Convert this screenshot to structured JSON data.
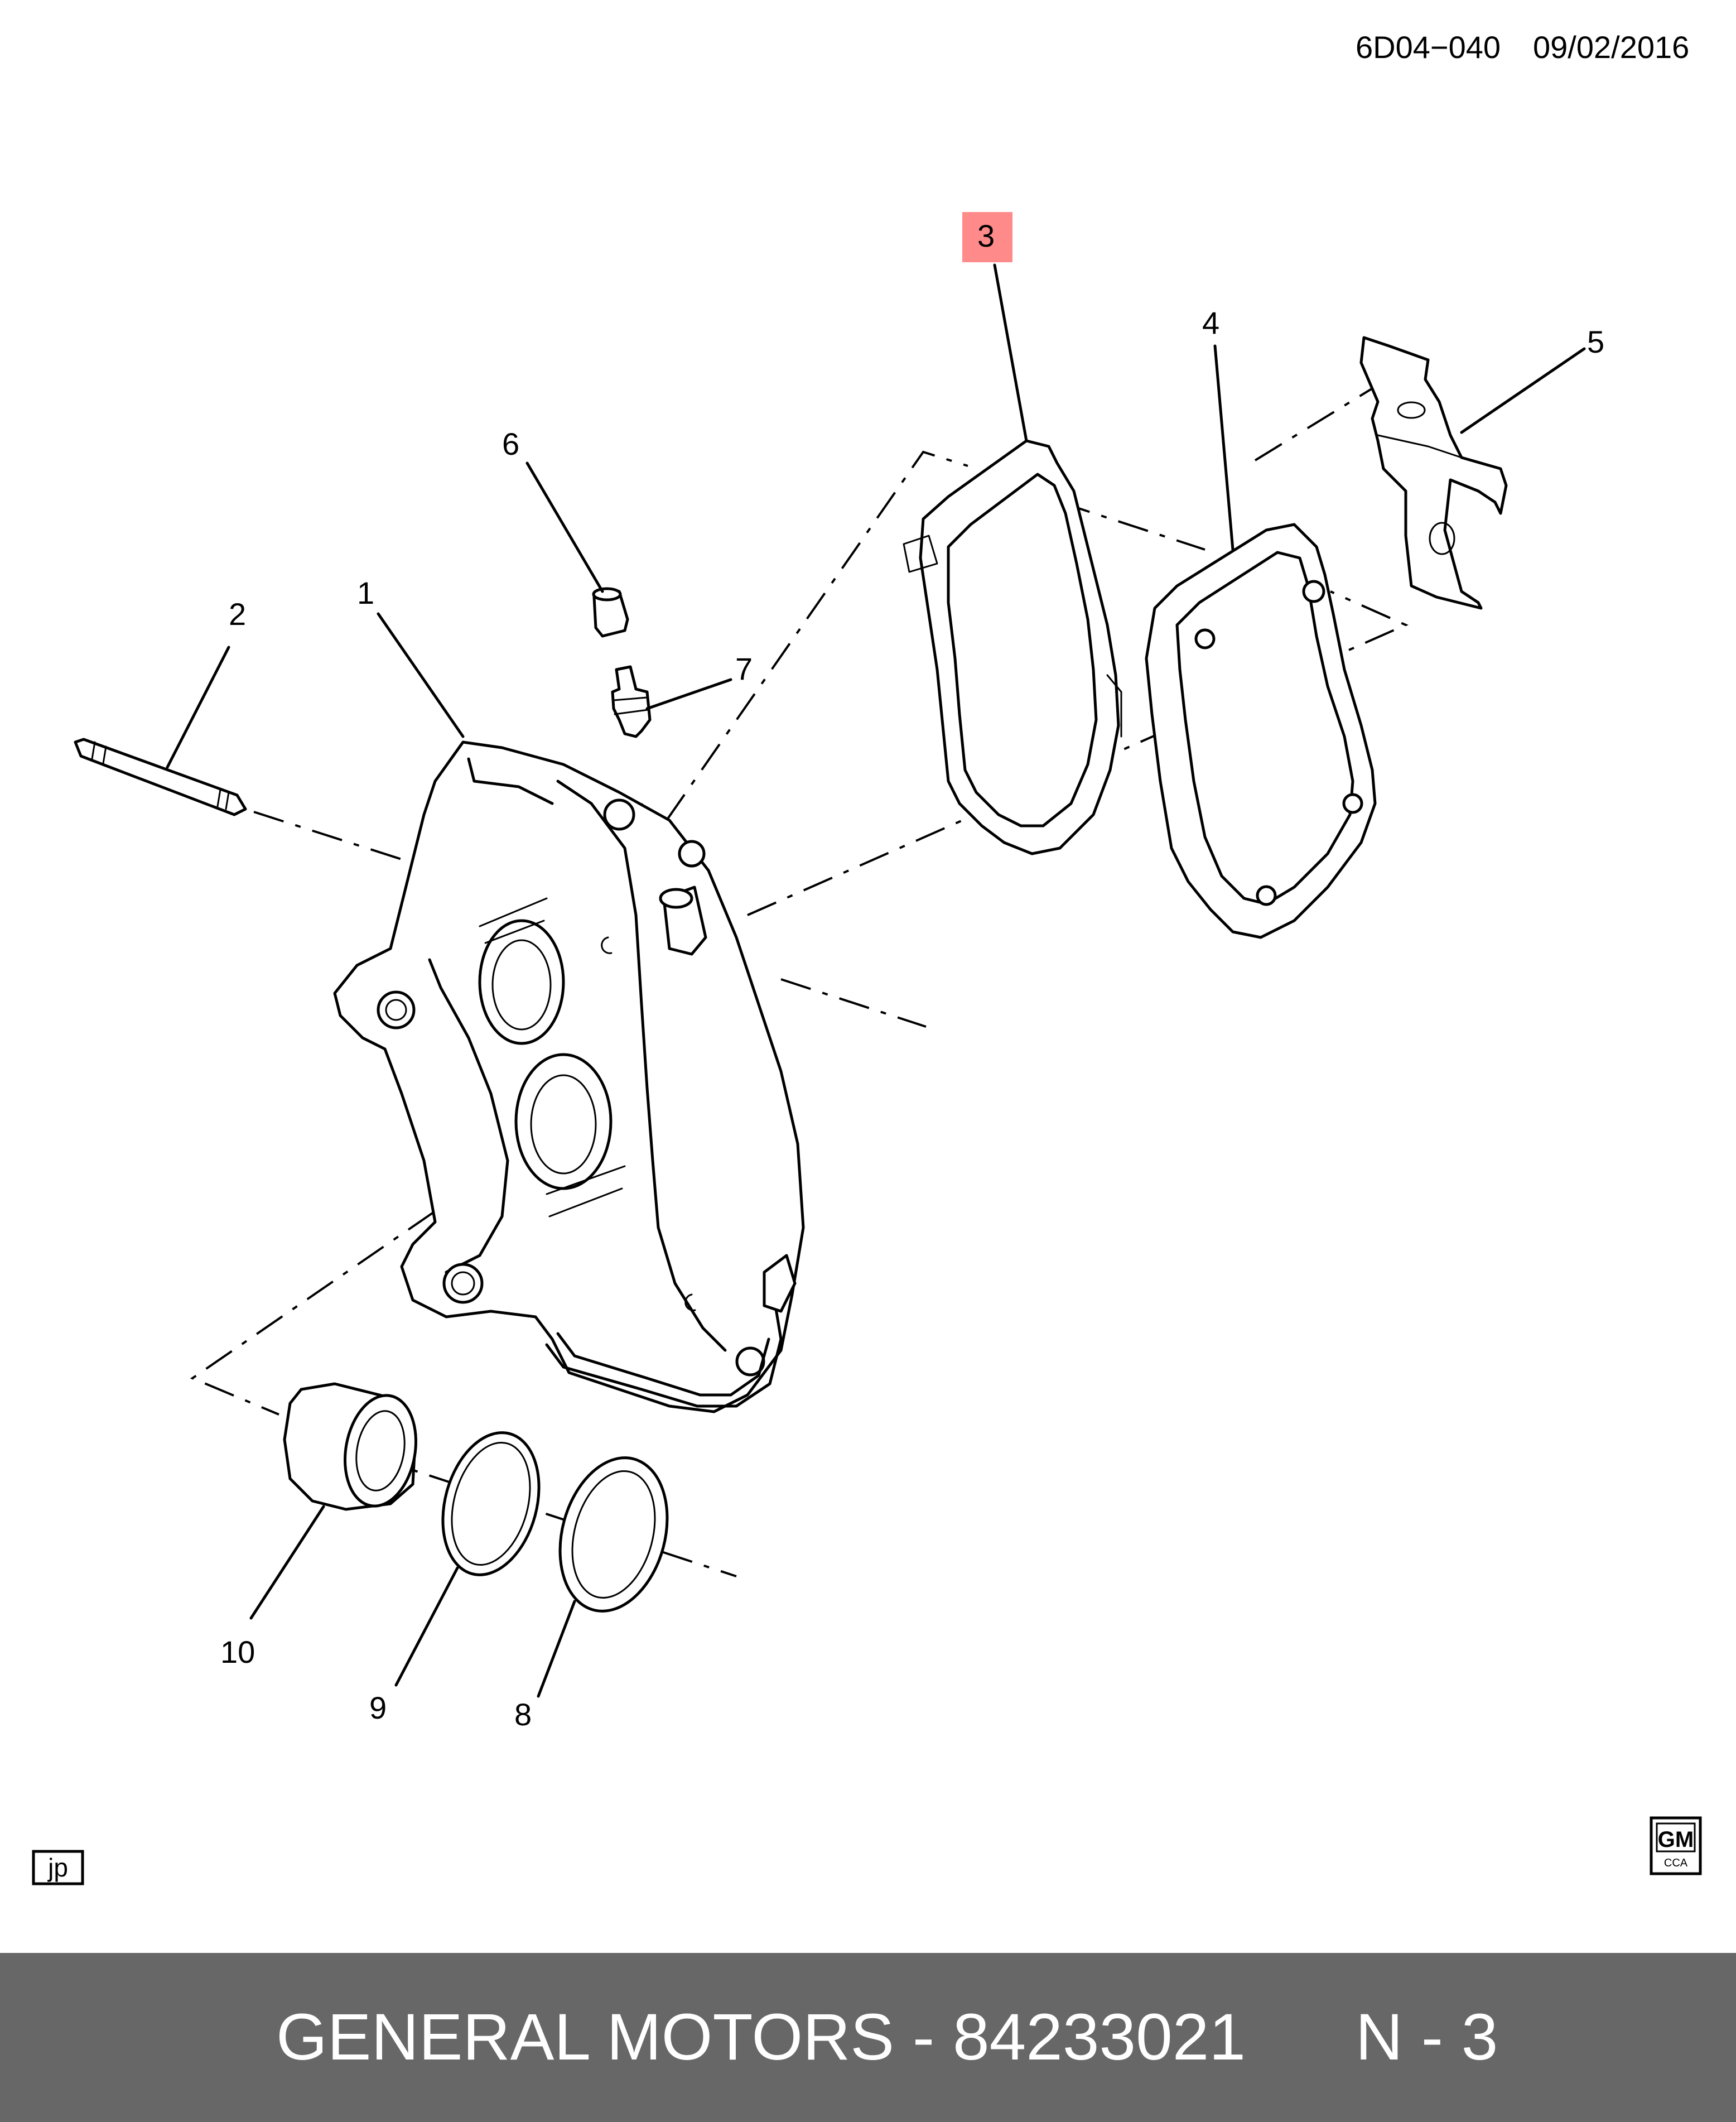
{
  "header": {
    "ref": "6D04−040",
    "date": "09/02/2016"
  },
  "callouts": [
    "1",
    "2",
    "3",
    "4",
    "5",
    "6",
    "7",
    "8",
    "9",
    "10"
  ],
  "highlighted_callout": "3",
  "highlight_color": "#ff8a8a",
  "lang_badge": "jp",
  "logo": {
    "top": "GM",
    "bottom": "CCA"
  },
  "footer": {
    "brand": "GENERAL MOTORS",
    "separator": "-",
    "part_number": "84233021",
    "page": "N - 3",
    "background": "#676767"
  }
}
